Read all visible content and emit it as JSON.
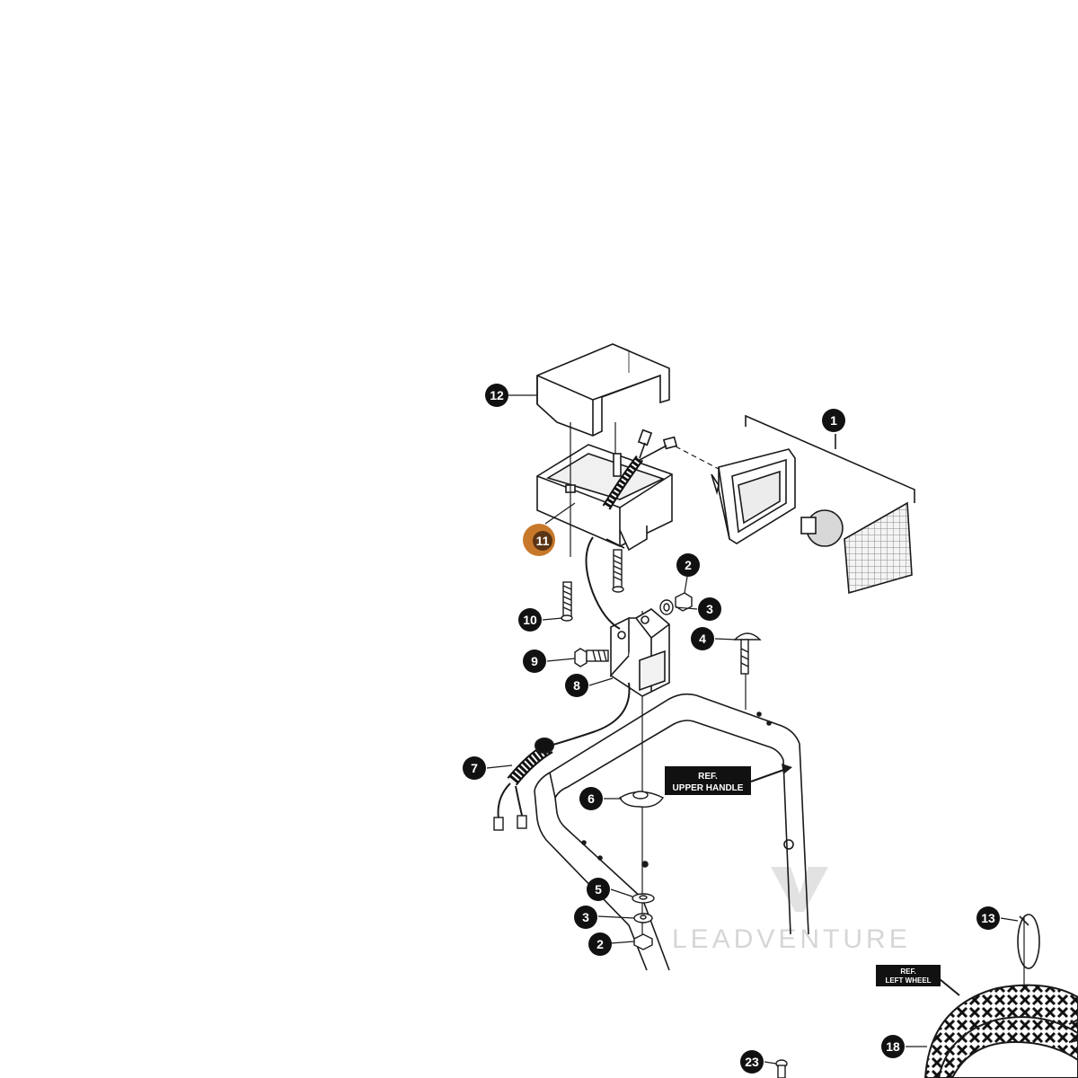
{
  "diagram": {
    "callouts": [
      {
        "id": "c12",
        "label": "12",
        "highlight": false
      },
      {
        "id": "c1",
        "label": "1",
        "highlight": false
      },
      {
        "id": "c11",
        "label": "11",
        "highlight": true
      },
      {
        "id": "c2a",
        "label": "2",
        "highlight": false
      },
      {
        "id": "c3a",
        "label": "3",
        "highlight": false
      },
      {
        "id": "c10",
        "label": "10",
        "highlight": false
      },
      {
        "id": "c4",
        "label": "4",
        "highlight": false
      },
      {
        "id": "c9",
        "label": "9",
        "highlight": false
      },
      {
        "id": "c8",
        "label": "8",
        "highlight": false
      },
      {
        "id": "c7",
        "label": "7",
        "highlight": false
      },
      {
        "id": "c6",
        "label": "6",
        "highlight": false
      },
      {
        "id": "c5",
        "label": "5",
        "highlight": false
      },
      {
        "id": "c3b",
        "label": "3",
        "highlight": false
      },
      {
        "id": "c2b",
        "label": "2",
        "highlight": false
      },
      {
        "id": "c13",
        "label": "13",
        "highlight": false
      },
      {
        "id": "c18",
        "label": "18",
        "highlight": false
      },
      {
        "id": "c23",
        "label": "23",
        "highlight": false
      }
    ],
    "ref_upper_handle": {
      "line1": "REF.",
      "line2": "UPPER HANDLE"
    },
    "ref_left_wheel": {
      "line1": "REF.",
      "line2": "LEFT WHEEL"
    },
    "watermark": "LEADVENTURE",
    "colors": {
      "callout_fill": "#111111",
      "highlight_fill": "#c8782a",
      "highlight_text": "#3a2410",
      "line": "#1a1a1a"
    }
  }
}
